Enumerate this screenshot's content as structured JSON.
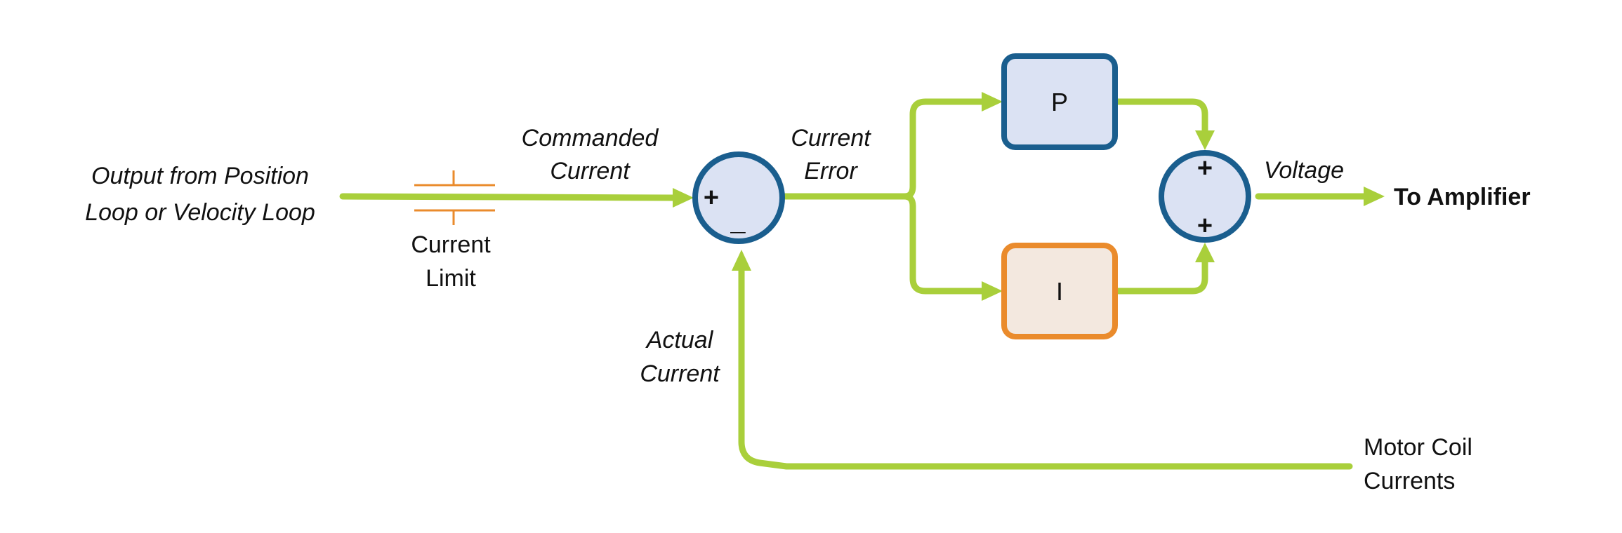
{
  "input_label": {
    "line1": "Output from Position",
    "line2": "Loop or Velocity Loop"
  },
  "current_limit_label": {
    "line1": "Current",
    "line2": "Limit"
  },
  "commanded_current_label": {
    "line1": "Commanded",
    "line2": "Current"
  },
  "summing_junction_1": {
    "plus": "+",
    "minus": "_"
  },
  "current_error_label": {
    "line1": "Current",
    "line2": "Error"
  },
  "p_block": {
    "label": "P"
  },
  "i_block": {
    "label": "I"
  },
  "summing_junction_2": {
    "plus_top": "+",
    "plus_bottom": "+"
  },
  "voltage_label": "Voltage",
  "output_label": "To Amplifier",
  "actual_current_label": {
    "line1": "Actual",
    "line2": "Current"
  },
  "motor_coil_label": {
    "line1": "Motor Coil",
    "line2": "Currents"
  },
  "colors": {
    "wire": "#a9cf3b",
    "node_fill": "#dbe2f3",
    "node_stroke": "#1a5e8e",
    "i_block_fill": "#f3e8df",
    "i_block_stroke": "#ea8b2c",
    "limit_symbol": "#ea8b2c"
  }
}
